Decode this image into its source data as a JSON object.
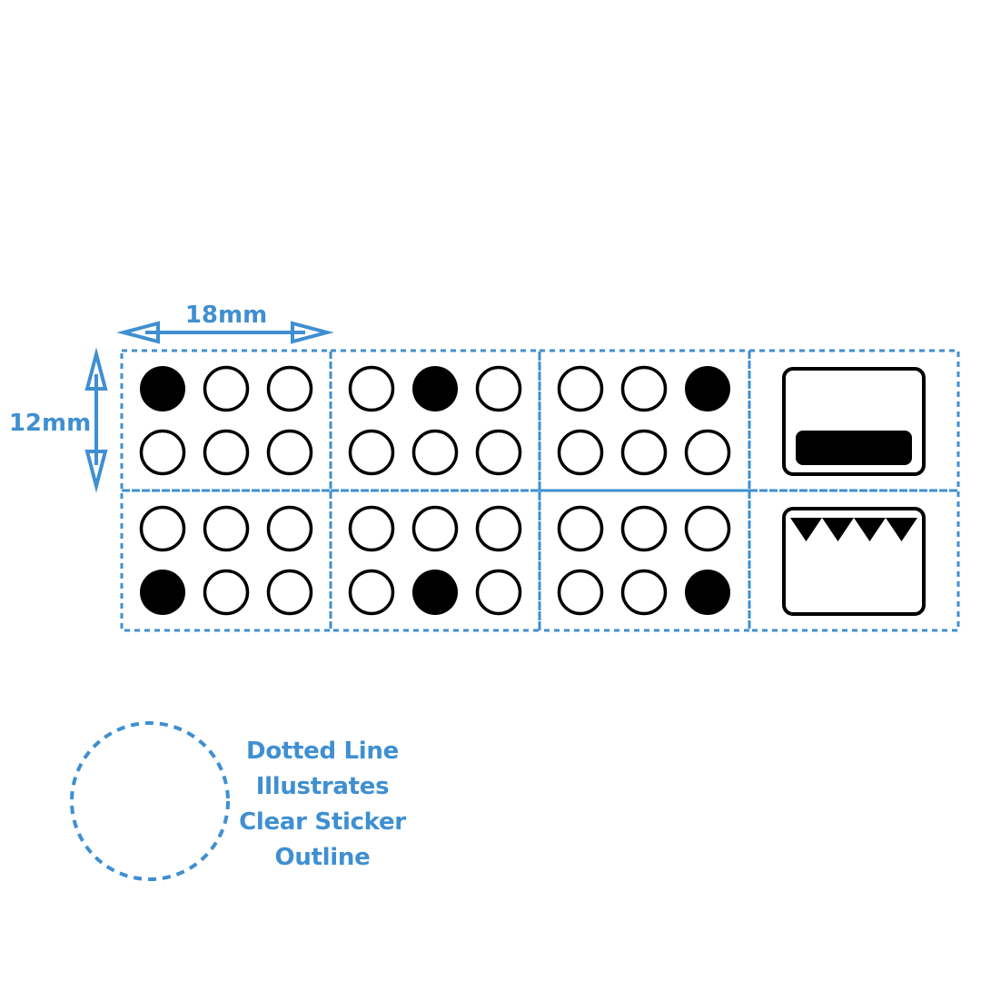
{
  "dimensions": {
    "width_label": "18mm",
    "height_label": "12mm"
  },
  "sticker_grid": {
    "rows": [
      [
        {
          "type": "dots",
          "filled": [
            [
              true,
              false,
              false
            ],
            [
              false,
              false,
              false
            ]
          ]
        },
        {
          "type": "dots",
          "filled": [
            [
              false,
              true,
              false
            ],
            [
              false,
              false,
              false
            ]
          ]
        },
        {
          "type": "dots",
          "filled": [
            [
              false,
              false,
              true
            ],
            [
              false,
              false,
              false
            ]
          ]
        },
        {
          "type": "symbol",
          "symbol": "bar-icon"
        }
      ],
      [
        {
          "type": "dots",
          "filled": [
            [
              false,
              false,
              false
            ],
            [
              true,
              false,
              false
            ]
          ]
        },
        {
          "type": "dots",
          "filled": [
            [
              false,
              false,
              false
            ],
            [
              false,
              true,
              false
            ]
          ]
        },
        {
          "type": "dots",
          "filled": [
            [
              false,
              false,
              false
            ],
            [
              false,
              false,
              true
            ]
          ]
        },
        {
          "type": "symbol",
          "symbol": "triangles-icon"
        }
      ]
    ]
  },
  "legend": {
    "lines": [
      "Dotted Line",
      "Illustrates",
      "Clear Sticker",
      "Outline"
    ]
  },
  "colors": {
    "accent": "#3f8fd1",
    "ink": "#000000",
    "background": "#ffffff"
  }
}
